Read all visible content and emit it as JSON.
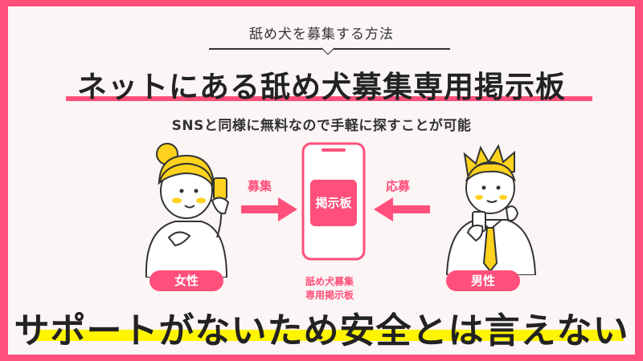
{
  "kicker": "舐め犬を募集する方法",
  "headline": "ネットにある舐め犬募集専用掲示板",
  "subtitle": "SNSと同様に無料なので手軽に探すことが可能",
  "left_person": {
    "label": "女性",
    "arrow_label": "募集"
  },
  "right_person": {
    "label": "男性",
    "arrow_label": "応募"
  },
  "phone": {
    "screen_label": "掲示板",
    "caption_line1": "舐め犬募集",
    "caption_line2": "専用掲示板"
  },
  "bottom_text": "サポートがないため安全とは言えない",
  "colors": {
    "accent": "#ff4f7a",
    "highlight": "#fff500",
    "hair_yellow": "#ffd21e",
    "tie_yellow": "#ffd21e"
  }
}
